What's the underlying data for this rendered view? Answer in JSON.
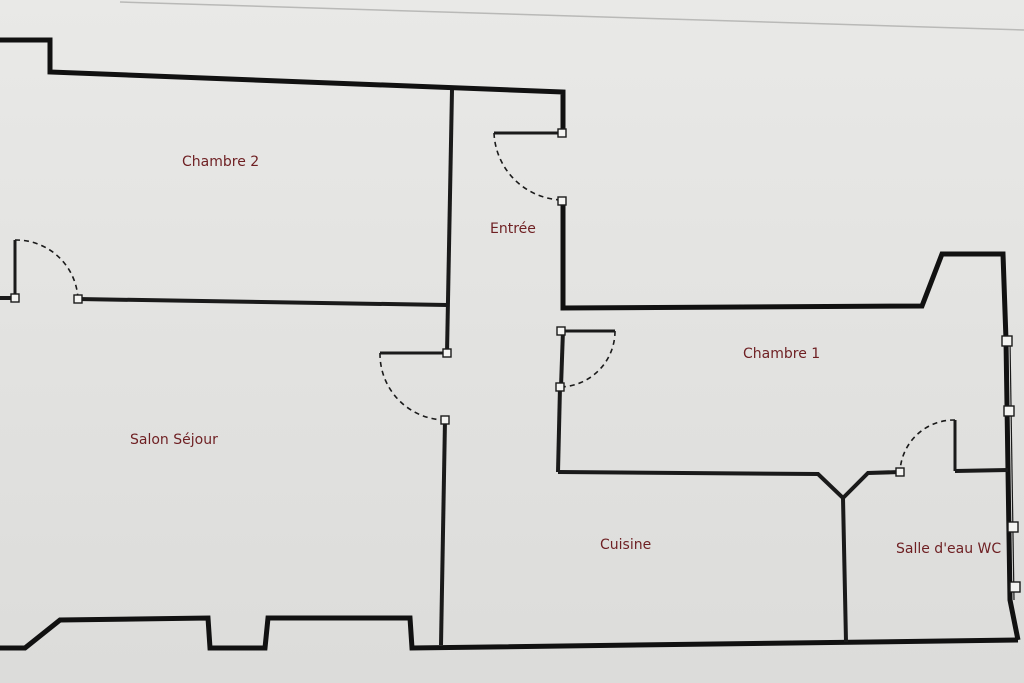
{
  "rooms": {
    "chambre2": "Chambre 2",
    "entree": "Entrée",
    "chambre1": "Chambre 1",
    "salon": "Salon Séjour",
    "cuisine": "Cuisine",
    "salle_eau": "Salle d'eau WC"
  },
  "colors": {
    "label": "#6e1f22",
    "wall": "#1a1a1a",
    "paper": "#e4e4e2"
  }
}
